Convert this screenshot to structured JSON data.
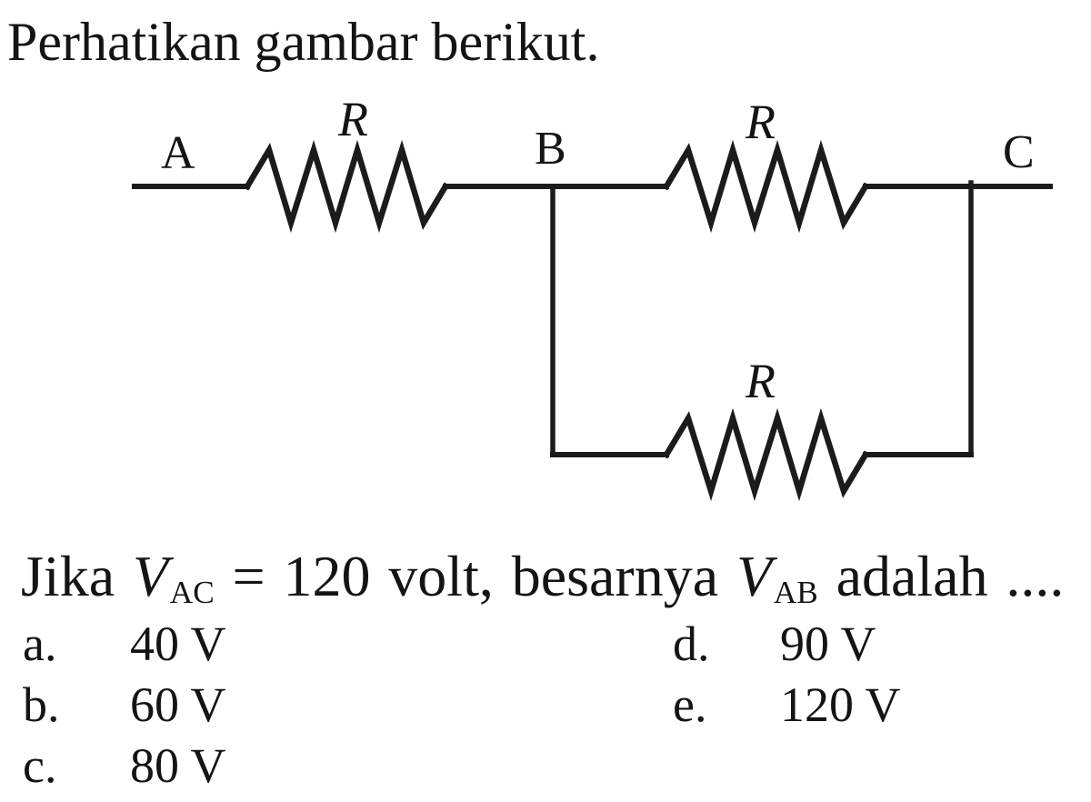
{
  "title": "Perhatikan gambar berikut.",
  "circuit": {
    "nodes": [
      {
        "id": "A",
        "label": "A"
      },
      {
        "id": "B",
        "label": "B"
      },
      {
        "id": "C",
        "label": "C"
      }
    ],
    "resistors": [
      {
        "id": "top-left",
        "label": "R"
      },
      {
        "id": "top-right",
        "label": "R"
      },
      {
        "id": "bottom",
        "label": "R"
      }
    ],
    "line_color": "#1b1b1b"
  },
  "question": {
    "lead": "Jika",
    "v1": {
      "base": "V",
      "sub": "AC"
    },
    "middle": "= 120 volt, besarnya",
    "v2": {
      "base": "V",
      "sub": "AB"
    },
    "tail": "adalah ...."
  },
  "options": [
    {
      "letter": "a.",
      "value": "40 V"
    },
    {
      "letter": "b.",
      "value": "60 V"
    },
    {
      "letter": "c.",
      "value": "80 V"
    },
    {
      "letter": "d.",
      "value": "90 V"
    },
    {
      "letter": "e.",
      "value": "120 V"
    }
  ]
}
